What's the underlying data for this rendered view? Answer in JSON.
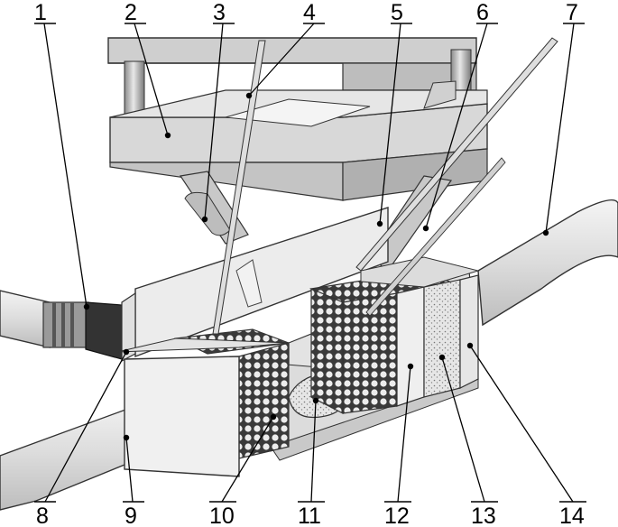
{
  "figure": {
    "callouts": [
      {
        "number": "1"
      },
      {
        "number": "2"
      },
      {
        "number": "3"
      },
      {
        "number": "4"
      },
      {
        "number": "5"
      },
      {
        "number": "6"
      },
      {
        "number": "7"
      },
      {
        "number": "8"
      },
      {
        "number": "9"
      },
      {
        "number": "10"
      },
      {
        "number": "11"
      },
      {
        "number": "12"
      },
      {
        "number": "13"
      },
      {
        "number": "14"
      }
    ]
  }
}
